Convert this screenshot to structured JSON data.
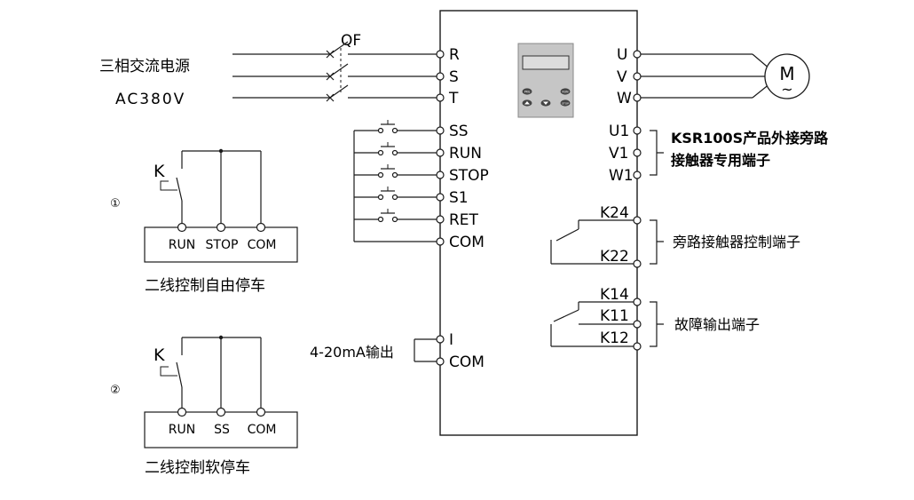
{
  "power": {
    "line1": "三相交流电源",
    "line2": "AC380V",
    "breaker": "QF"
  },
  "inverter": {
    "input_terminals": [
      "R",
      "S",
      "T"
    ],
    "output_terminals": [
      "U",
      "V",
      "W"
    ],
    "control_terminals": [
      "SS",
      "RUN",
      "STOP",
      "S1",
      "RET",
      "COM"
    ],
    "analog_terminals": [
      "I",
      "COM"
    ],
    "bypass_terminals": [
      "U1",
      "V1",
      "W1"
    ],
    "contactor_terminals": [
      "K24",
      "K22"
    ],
    "fault_terminals": [
      "K14",
      "K11",
      "K12"
    ],
    "keypad": {
      "keys": [
        "PRG",
        "RUN",
        "",
        "",
        "STOP"
      ],
      "key_icons": [
        "",
        "",
        "up-arrow-icon",
        "down-arrow-icon",
        ""
      ]
    }
  },
  "motor": {
    "letter": "M",
    "symbol": "~"
  },
  "labels": {
    "bypass_line1": "KSR100S产品外接旁路",
    "bypass_line2": "接触器专用端子",
    "contactor": "旁路接触器控制端子",
    "fault": "故障输出端子",
    "analog": "4-20mA输出"
  },
  "wiring1": {
    "marker": "①",
    "switch": "K",
    "terminals": [
      "RUN",
      "STOP",
      "COM"
    ],
    "caption": "二线控制自由停车"
  },
  "wiring2": {
    "marker": "②",
    "switch": "K",
    "terminals": [
      "RUN",
      "SS",
      "COM"
    ],
    "caption": "二线控制软停车"
  }
}
